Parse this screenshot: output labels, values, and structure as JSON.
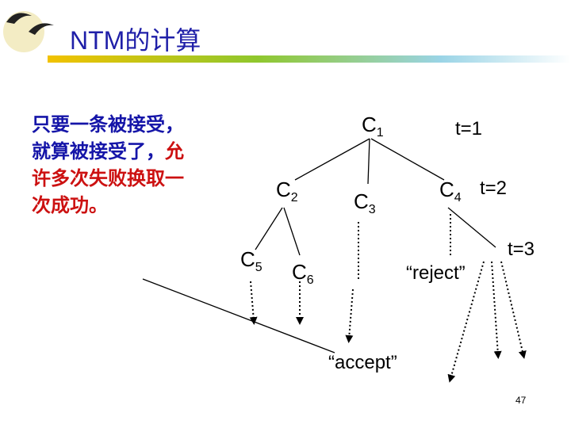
{
  "title": "NTM的计算",
  "side_note": {
    "blue_text": "只要一条被接受，就算被接受了，",
    "red_text": "允许多次失败换取一次成功。"
  },
  "tree": {
    "nodes": [
      {
        "id": "c1",
        "letter": "C",
        "sub": "1"
      },
      {
        "id": "c2",
        "letter": "C",
        "sub": "2"
      },
      {
        "id": "c3",
        "letter": "C",
        "sub": "3"
      },
      {
        "id": "c4",
        "letter": "C",
        "sub": "4"
      },
      {
        "id": "c5",
        "letter": "C",
        "sub": "5"
      },
      {
        "id": "c6",
        "letter": "C",
        "sub": "6"
      }
    ],
    "time_labels": [
      "t=1",
      "t=2",
      "t=3"
    ],
    "reject_label": "“reject”",
    "accept_label": "“accept”"
  },
  "page_number": "47",
  "colors": {
    "title": "#1f1fa8",
    "blue_text": "#1515a8",
    "red_text": "#cc1111"
  }
}
